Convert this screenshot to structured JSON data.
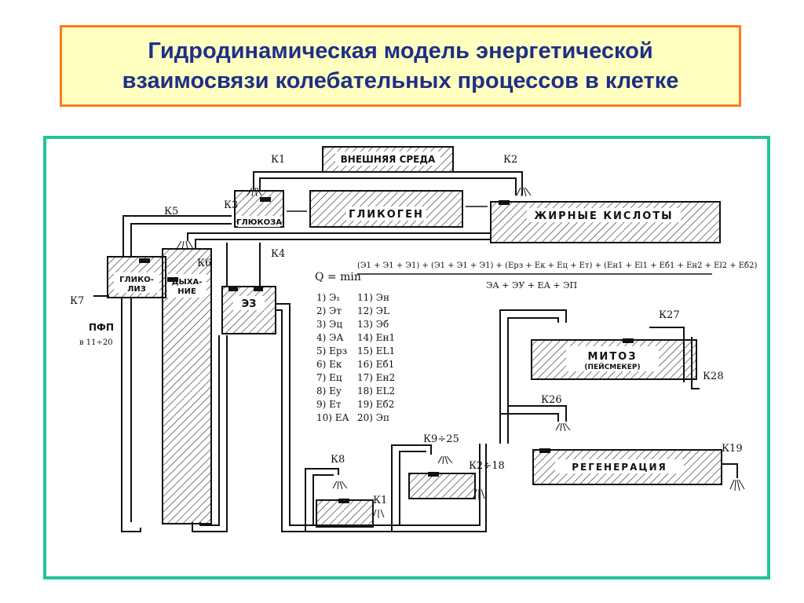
{
  "title": {
    "line1": "Гидродинамическая модель энергетической",
    "line2": "взаимосвязи колебательных процессов в клетке"
  },
  "colors": {
    "title_border": "#ff7a1a",
    "title_background": "#ffffc0",
    "title_text": "#1e2f86",
    "frame_border": "#22c39a",
    "ink": "#111111"
  },
  "diagram": {
    "tanks": {
      "external": "ВНЕШНЯЯ СРЕДА",
      "glucose": "ГЛЮКОЗА",
      "glycogen": "ГЛИКОГЕН",
      "fatty_acids": "ЖИРНЫЕ КИСЛОТЫ",
      "glycolysis_1": "ГЛИКО-",
      "glycolysis_2": "ЛИЗ",
      "respiration_1": "ДЫХА-",
      "respiration_2": "НИЕ",
      "ez": "ЭЗ",
      "mitosis": "МИТОЗ",
      "pacemaker": "(ПЕЙСМЕКЕР)",
      "regeneration": "РЕГЕНЕРАЦИЯ"
    },
    "valves": {
      "k1": "К1",
      "k2": "К2",
      "k3": "К3",
      "k4": "К4",
      "k5": "К5",
      "k6": "К6",
      "k7": "К7",
      "k8": "К8",
      "k9_25": "К9÷25",
      "k1_small": "К1",
      "k2_18": "К2÷18",
      "k26": "К26",
      "k27": "К27",
      "k28": "К28",
      "k19": "К19"
    },
    "pfp": {
      "label": "ПФП",
      "range": "в 11÷20"
    },
    "formula": {
      "prefix": "Q = min",
      "numerator": "(Э1 + Э1 + Э1) + (Э1 + Э1 + Э1) + (Ерз + Ек + Ец + Ет) + (Ен1 + Еl1 + Еб1 + Ен2 + Еl2 + Еб2)",
      "denominator": "ЭА + ЭУ + ЕА + ЭП"
    },
    "legend": [
      {
        "n": "1)",
        "v": "Э₁"
      },
      {
        "n": "11)",
        "v": "Эн"
      },
      {
        "n": "2)",
        "v": "Эт"
      },
      {
        "n": "12)",
        "v": "ЭL"
      },
      {
        "n": "3)",
        "v": "Эц"
      },
      {
        "n": "13)",
        "v": "Эб"
      },
      {
        "n": "4)",
        "v": "ЭА"
      },
      {
        "n": "14)",
        "v": "Ен1"
      },
      {
        "n": "5)",
        "v": "Ерз"
      },
      {
        "n": "15)",
        "v": "ЕL1"
      },
      {
        "n": "6)",
        "v": "Ек"
      },
      {
        "n": "16)",
        "v": "Еб1"
      },
      {
        "n": "7)",
        "v": "Ец"
      },
      {
        "n": "17)",
        "v": "Ен2"
      },
      {
        "n": "8)",
        "v": "Еу"
      },
      {
        "n": "18)",
        "v": "ЕL2"
      },
      {
        "n": "9)",
        "v": "Ет"
      },
      {
        "n": "19)",
        "v": "Еб2"
      },
      {
        "n": "10)",
        "v": "ЕА"
      },
      {
        "n": "20)",
        "v": "Эп"
      }
    ]
  }
}
